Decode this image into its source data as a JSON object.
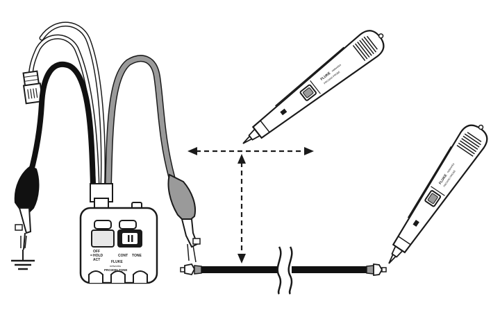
{
  "tone_generator": {
    "brand": "FLUKE",
    "sub_brand": "networks",
    "model": "PRO3000 TONE",
    "switch_labels": [
      "OFF",
      "HOLD",
      "ACT"
    ],
    "mode_labels": [
      "CONT",
      "TONE"
    ]
  },
  "probe": {
    "brand": "FLUKE",
    "sub_brand": "networks",
    "model": "PRO3000 PROBE"
  },
  "colors": {
    "line": "#1a1a1a",
    "black_lead": "#111111",
    "gray_lead": "#9a9a9a",
    "light_gray": "#e8e8e8",
    "background": "#ffffff"
  },
  "icons": [
    "ground-symbol-icon",
    "rj45-connector-icon",
    "alligator-clip-icon",
    "cable-break-icon",
    "arrowhead-icon"
  ]
}
